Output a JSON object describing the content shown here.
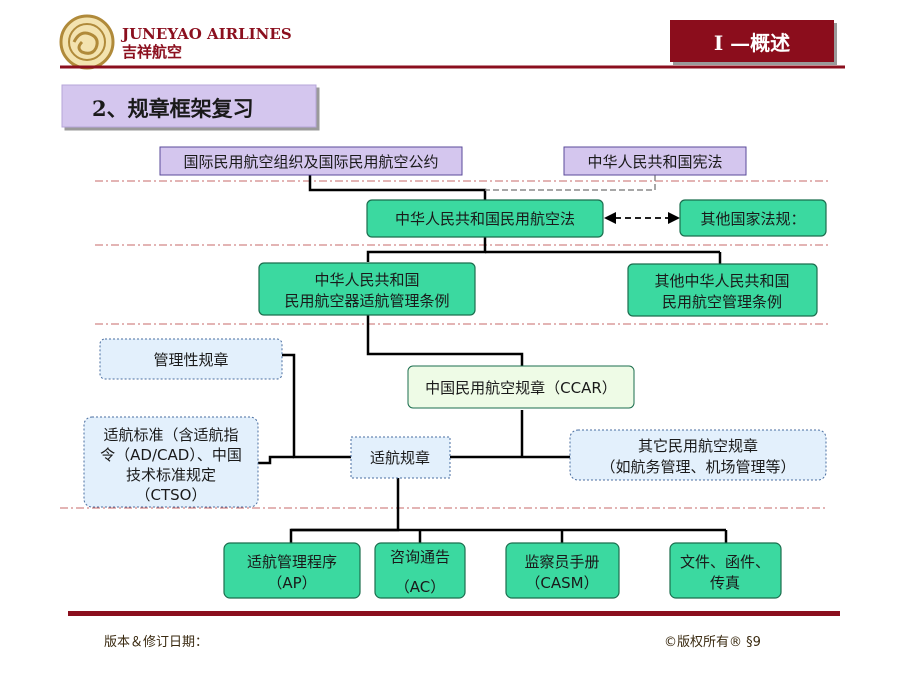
{
  "header": {
    "airline_en": "JUNEYAO AIRLINES",
    "airline_cn": "吉祥航空",
    "section": "I —概述",
    "subtitle": "2、规章框架复习"
  },
  "footer": {
    "left": "版本＆修订日期：",
    "right": "©版权所有® §9"
  },
  "colors": {
    "maroon": "#8b0f1e",
    "lavender": "#d4c6ee",
    "green": "#3bd9a0",
    "lightblue": "#e3f0fc",
    "lightgreen": "#eefbe6"
  },
  "diagram": {
    "icao": "国际民用航空组织及国际民用航空公约",
    "constitution": "中华人民共和国宪法",
    "aviation_law": "中华人民共和国民用航空法",
    "other_national": "其他国家法规：",
    "airworthiness_reg": [
      "中华人民共和国",
      "民用航空器适航管理条例"
    ],
    "other_reg": [
      "其他中华人民共和国",
      "民用航空管理条例"
    ],
    "management_rules": "管理性规章",
    "ccar": "中国民用航空规章（CCAR）",
    "standards": [
      "适航标准（含适航指",
      "令（AD/CAD）、中国",
      "技术标准规定",
      "（CTSO）"
    ],
    "airworthiness_rules": "适航规章",
    "other_ccar": [
      "其它民用航空规章",
      "（如航务管理、机场管理等）"
    ],
    "procedure": [
      "适航管理程序",
      "（AP）"
    ],
    "circular": [
      "咨询通告",
      "（AC）"
    ],
    "inspector": [
      "监察员手册",
      "（CASM）"
    ],
    "documents": [
      "文件、函件、",
      "传真"
    ]
  }
}
